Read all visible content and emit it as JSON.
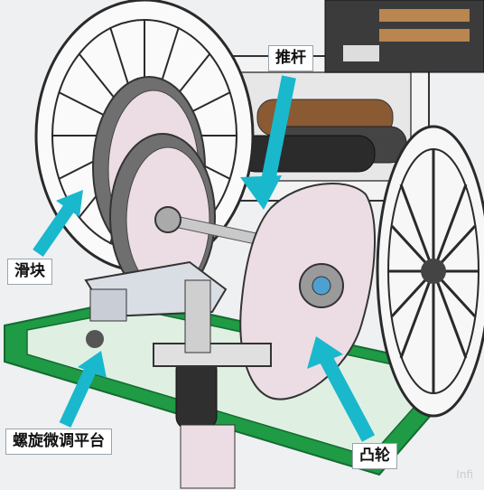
{
  "labels": {
    "tuigan": "推杆",
    "huakuai": "滑块",
    "luoxuan": "螺旋微调平台",
    "tulun": "凸轮"
  },
  "watermark": "Infi",
  "colors": {
    "arrow": "#19b8cc",
    "base_green": "#1f9a45",
    "disc_pink": "#ecdde4",
    "gear_dark": "#6f6f6f",
    "wheel_line": "#2a2a2a"
  }
}
